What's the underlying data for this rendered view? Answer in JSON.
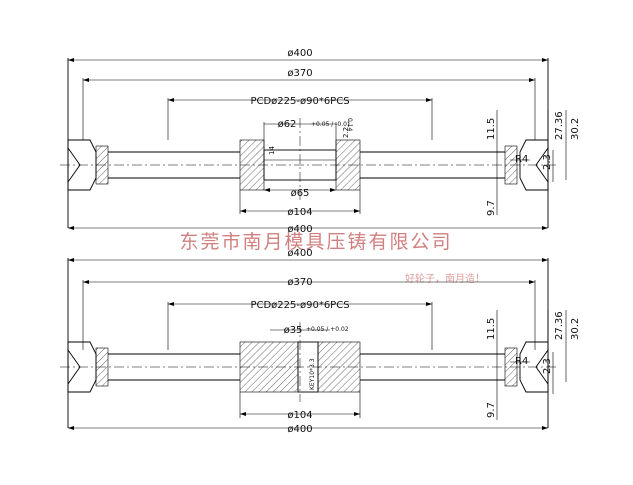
{
  "watermark": {
    "company": "东莞市南月模具压铸有限公司",
    "slogan": "好轮子，南月造！",
    "color": "#d08080"
  },
  "view_top": {
    "dim_outer_top": "ø400",
    "dim_groove": "ø370",
    "dim_pcd": "PCDø225-ø90*6PCS",
    "dim_bore": "ø62",
    "dim_bore_tol": "+0.05 / -0.01",
    "dim_hub_width": "14",
    "dim_hub_step": "2.2",
    "dim_hub_step_tol": "0.14",
    "dim_bore_inner": "ø65",
    "dim_hub": "ø104",
    "dim_outer_bottom": "ø400",
    "dim_width": "11.5",
    "dim_thickness_a": "27.36",
    "dim_thickness_b": "30.2",
    "dim_radius": "R4",
    "dim_step": "2.3",
    "dim_rim": "9.7"
  },
  "view_bottom": {
    "dim_outer_top": "ø400",
    "dim_groove": "ø370",
    "dim_pcd": "PCDø225-ø90*6PCS",
    "dim_bore": "ø35",
    "dim_bore_tol": "+0.05 / +0.02",
    "dim_key": "KEY10*3.3",
    "dim_hub": "ø104",
    "dim_outer_bottom": "ø400",
    "dim_width": "11.5",
    "dim_thickness_a": "27.36",
    "dim_thickness_b": "30.2",
    "dim_radius": "R4",
    "dim_step": "2.3",
    "dim_rim": "9.7"
  }
}
